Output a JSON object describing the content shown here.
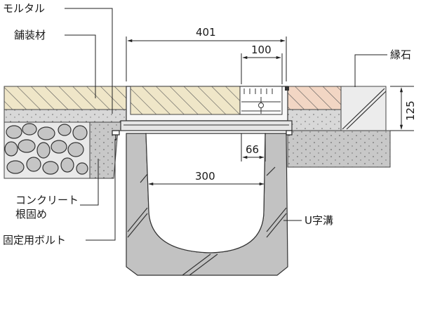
{
  "labels": {
    "mortar": "モルタル",
    "paving": "舗装材",
    "curb": "縁石",
    "concrete_1": "コンクリート",
    "concrete_2": "根固め",
    "bolt": "固定用ボルト",
    "ugutter": "U字溝"
  },
  "dimensions": {
    "total_width": "401",
    "grate_pitch": "100",
    "cover_height": "125",
    "lip": "66",
    "inner_width": "300"
  },
  "colors": {
    "paving": "#efe6c8",
    "curb_top": "#f2d6c4",
    "concrete": "#d6d6d6",
    "gravel": "#c9c9c9",
    "ugutter": "#c4c4c4",
    "curb": "#eaeaea",
    "line": "#222222"
  }
}
